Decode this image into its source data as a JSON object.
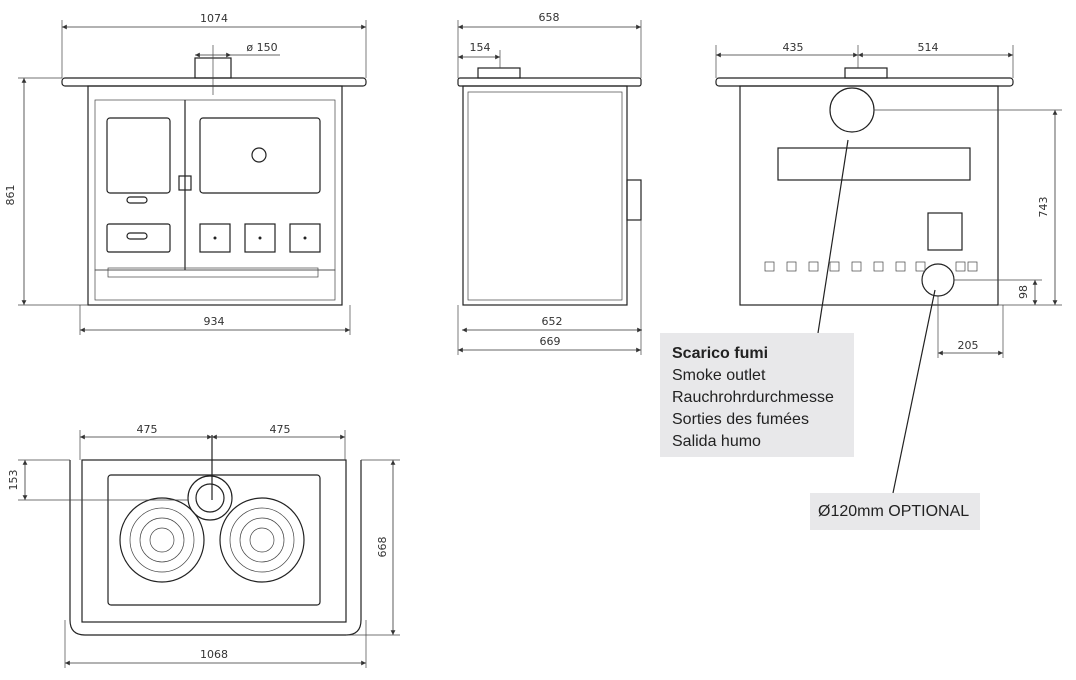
{
  "front_view": {
    "width_top": "1074",
    "flue_diameter": "ø 150",
    "height": "861",
    "width_body": "934"
  },
  "side_view": {
    "depth_top": "658",
    "flue_offset": "154",
    "depth_body": "652",
    "depth_total": "669"
  },
  "back_view": {
    "flue_left": "435",
    "flue_right": "514",
    "flue_height": "743",
    "optional_height": "98",
    "optional_offset": "205"
  },
  "top_view": {
    "half_left": "475",
    "half_right": "475",
    "flue_depth": "153",
    "depth": "668",
    "width": "1068"
  },
  "legend": {
    "lines": [
      "Scarico fumi",
      "Smoke outlet",
      "Rauchrohrdurchmesse",
      "Sorties des fumées",
      "Salida humo"
    ]
  },
  "optional_label": "Ø120mm OPTIONAL"
}
